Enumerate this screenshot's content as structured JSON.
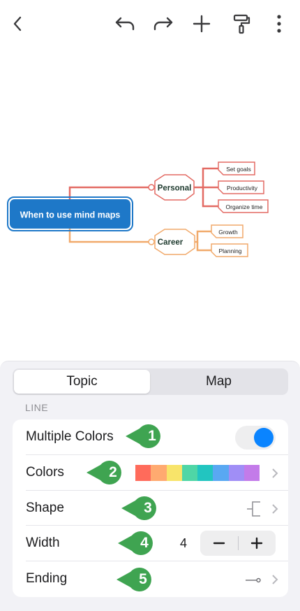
{
  "toolbar": {
    "back_icon": "chevron-left-icon",
    "undo_icon": "undo-icon",
    "redo_icon": "redo-icon",
    "add_icon": "plus-icon",
    "format_icon": "paint-roller-icon",
    "more_icon": "more-vertical-icon"
  },
  "mindmap": {
    "central": "When to use mind maps",
    "branches": [
      {
        "label": "Personal",
        "color": "#e36a63",
        "children": [
          "Set goals",
          "Productivity",
          "Organize time"
        ]
      },
      {
        "label": "Career",
        "color": "#f1a96a",
        "children": [
          "Growth",
          "Planning"
        ]
      }
    ],
    "central_color": "#1e78c8"
  },
  "panel": {
    "tabs": [
      {
        "label": "Topic",
        "active": true
      },
      {
        "label": "Map",
        "active": false
      }
    ],
    "section": "LINE",
    "rows": {
      "multiple_colors": {
        "label": "Multiple Colors",
        "enabled": true
      },
      "colors": {
        "label": "Colors",
        "swatches": [
          "#ff6b5b",
          "#ffaa70",
          "#f8e46a",
          "#4fd6a6",
          "#22c5c0",
          "#59a8f2",
          "#a08ef6",
          "#c37be9"
        ]
      },
      "shape": {
        "label": "Shape",
        "icon": "elbow-connector-icon"
      },
      "width": {
        "label": "Width",
        "value": "4"
      },
      "ending": {
        "label": "Ending",
        "icon": "line-ending-circle-icon"
      }
    }
  },
  "callouts": [
    "1",
    "2",
    "3",
    "4",
    "5"
  ],
  "accent_color": "#0a84ff",
  "callout_color": "#3fa451"
}
